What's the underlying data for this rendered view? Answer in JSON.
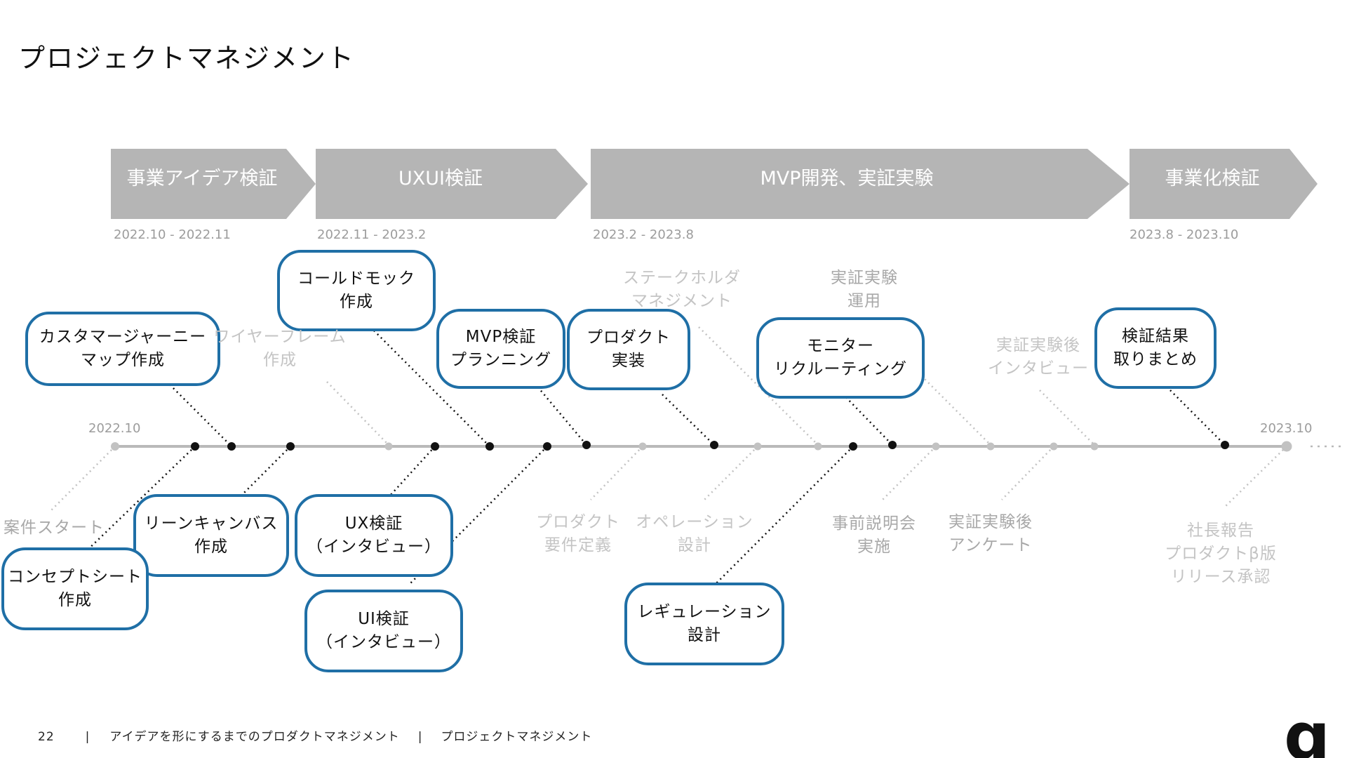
{
  "title": "プロジェクトマネジメント",
  "phases": [
    {
      "label": "事業アイデア検証",
      "dates": "2022.10 -  2022.11"
    },
    {
      "label": "UXUI検証",
      "dates": "2022.11 -  2023.2"
    },
    {
      "label": "MVP開発、実証実験",
      "dates": "2023.2 -  2023.8"
    },
    {
      "label": "事業化検証",
      "dates": "2023.8 -  2023.10"
    }
  ],
  "axis": {
    "start": "2022.10",
    "end": "2023.10"
  },
  "tasks": {
    "customer_journey": [
      "カスタマージャーニー",
      "マップ作成"
    ],
    "cold_mock": [
      "コールドモック",
      "作成"
    ],
    "mvp_planning": [
      "MVP検証",
      "プランニング"
    ],
    "product_impl": [
      "プロダクト",
      "実装"
    ],
    "monitor_recruit": [
      "モニター",
      "リクルーティング"
    ],
    "result_summary": [
      "検証結果",
      "取りまとめ"
    ],
    "lean_canvas": [
      "リーンキャンバス",
      "作成"
    ],
    "concept_sheet": [
      "コンセプトシート",
      "作成"
    ],
    "ux_verify": [
      "UX検証",
      "（インタビュー）"
    ],
    "ui_verify": [
      "UI検証",
      "（インタビュー）"
    ],
    "regulation": [
      "レギュレーション",
      "設計"
    ]
  },
  "events": {
    "wireframe": [
      "ワイヤーフレーム",
      "作成"
    ],
    "stakeholder": [
      "ステークホルダ",
      "マネジメント"
    ],
    "experiment_run": [
      "実証実験",
      "運用"
    ],
    "post_interview": [
      "実証実験後",
      "インタビュー"
    ],
    "project_start": [
      "案件スタート"
    ],
    "product_requirements": [
      "プロダクト",
      "要件定義"
    ],
    "operation_design": [
      "オペレーション",
      "設計"
    ],
    "pre_briefing": [
      "事前説明会",
      "実施"
    ],
    "post_survey": [
      "実証実験後",
      "アンケート"
    ],
    "ceo_report": [
      "社長報告",
      "プロダクトβ版",
      "リリース承認"
    ]
  },
  "footer": {
    "page": "22",
    "section": "アイデアを形にするまでのプロダクトマネジメント",
    "subsection": "プロジェクトマネジメント"
  },
  "logo": "q",
  "colors": {
    "phase": "#b5b5b5",
    "task_border": "#1f6fa6",
    "axis": "#b9b9b9",
    "muted_text": "#a8a8a8"
  }
}
